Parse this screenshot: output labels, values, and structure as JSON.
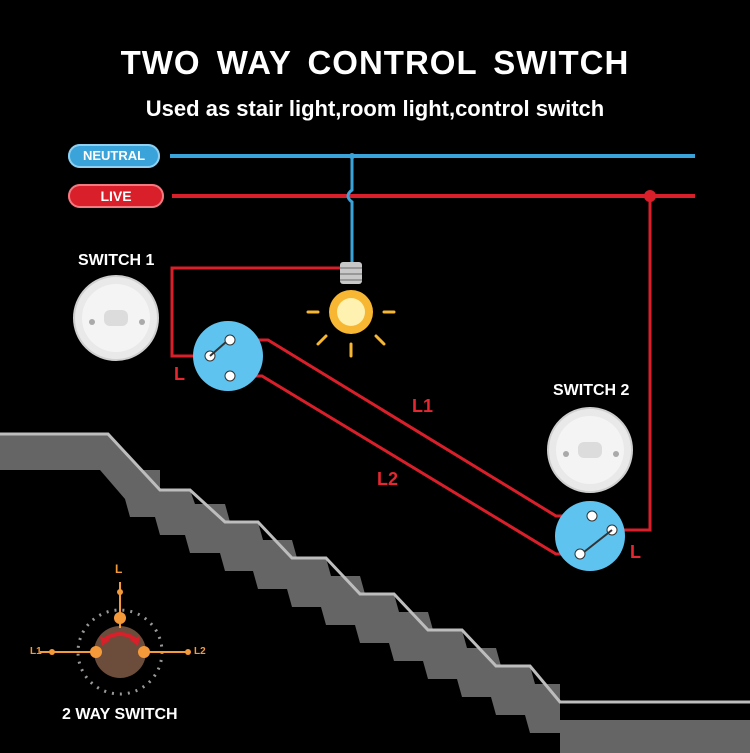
{
  "title": "TWO  WAY  CONTROL  SWITCH",
  "subtitle": "Used as stair light,room light,control switch",
  "wires": {
    "neutral_label": "NEUTRAL",
    "live_label": "LIVE"
  },
  "switch1": {
    "label": "SWITCH 1",
    "terminal_label": "L"
  },
  "switch2": {
    "label": "SWITCH 2",
    "terminal_label": "L"
  },
  "wire_labels": {
    "l1": "L1",
    "l2": "L2"
  },
  "legend": {
    "label": "2 WAY SWITCH",
    "top_terminal": "L",
    "left_terminal": "L1",
    "right_terminal": "L2"
  },
  "colors": {
    "background": "#000000",
    "neutral": "#3aa3da",
    "live": "#d81f2a",
    "switch_disc": "#5fc3ef",
    "bulb": "#f7b733",
    "stairs": "#8a8a8a",
    "legend_orange": "#f59a3a"
  }
}
